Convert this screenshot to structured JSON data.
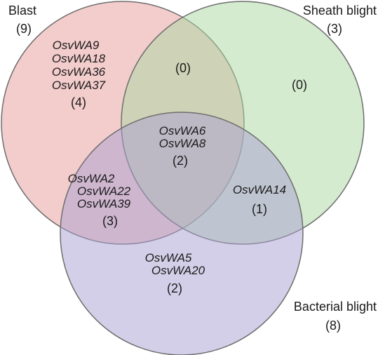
{
  "sets": [
    {
      "name": "Blast",
      "count": "(9)",
      "color": "#e89a9a"
    },
    {
      "name": "Sheath blight",
      "count": "(3)",
      "color": "#a9d8a0"
    },
    {
      "name": "Bacterial blight",
      "count": "(8)",
      "color": "#a99fd1"
    }
  ],
  "regions": {
    "blast_only": {
      "genes": [
        "OsvWA9",
        "OsvWA18",
        "OsvWA36",
        "OsvWA37"
      ],
      "count": "(4)"
    },
    "sheath_only": {
      "genes": [],
      "count": "(0)"
    },
    "bacterial_only": {
      "genes": [
        "OsvWA5",
        "OsvWA20"
      ],
      "count": "(2)"
    },
    "blast_sheath": {
      "genes": [],
      "count": "(0)"
    },
    "blast_bacterial": {
      "genes": [
        "OsvWA2",
        "OsvWA22",
        "OsvWA39"
      ],
      "count": "(3)"
    },
    "sheath_bacterial": {
      "genes": [
        "OsvWA14"
      ],
      "count": "(1)"
    },
    "all_three": {
      "genes": [
        "OsvWA6",
        "OsvWA8"
      ],
      "count": "(2)"
    }
  }
}
